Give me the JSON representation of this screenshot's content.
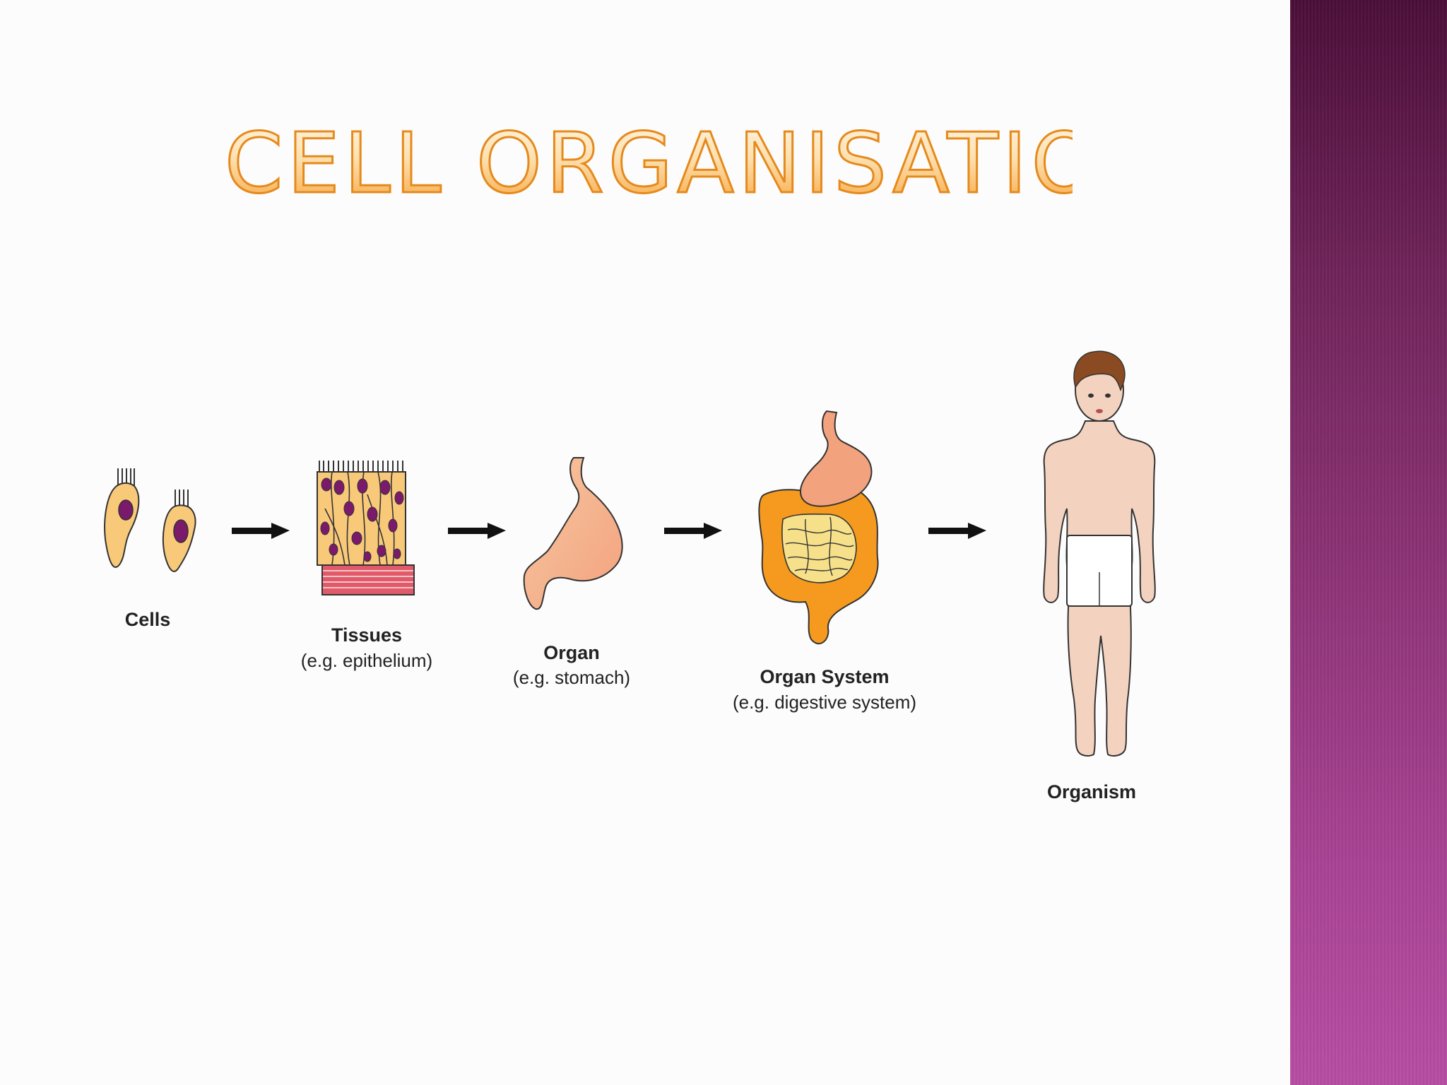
{
  "slide": {
    "title": "CELL ORGANISATION",
    "colors": {
      "title_fill_top": "#fde9c8",
      "title_fill_bottom": "#f6a53a",
      "title_stroke": "#e58a1c",
      "side_band_top": "#4a0d38",
      "side_band_bottom": "#b64ca2"
    }
  },
  "diagram": {
    "stages": [
      {
        "name": "Cells",
        "example": ""
      },
      {
        "name": "Tissues",
        "example": "(e.g. epithelium)"
      },
      {
        "name": "Organ",
        "example": "(e.g. stomach)"
      },
      {
        "name": "Organ System",
        "example": "(e.g. digestive system)"
      },
      {
        "name": "Organism",
        "example": ""
      }
    ],
    "colors": {
      "cell_fill": "#f9c97a",
      "nucleus": "#7b1a6a",
      "stomach": "#f7b58c",
      "intestine_outer": "#f59a1e",
      "small_intestine": "#f6e08a",
      "skin": "#f3d3c0",
      "hair": "#8a4a22",
      "shorts": "#ffffff"
    }
  }
}
